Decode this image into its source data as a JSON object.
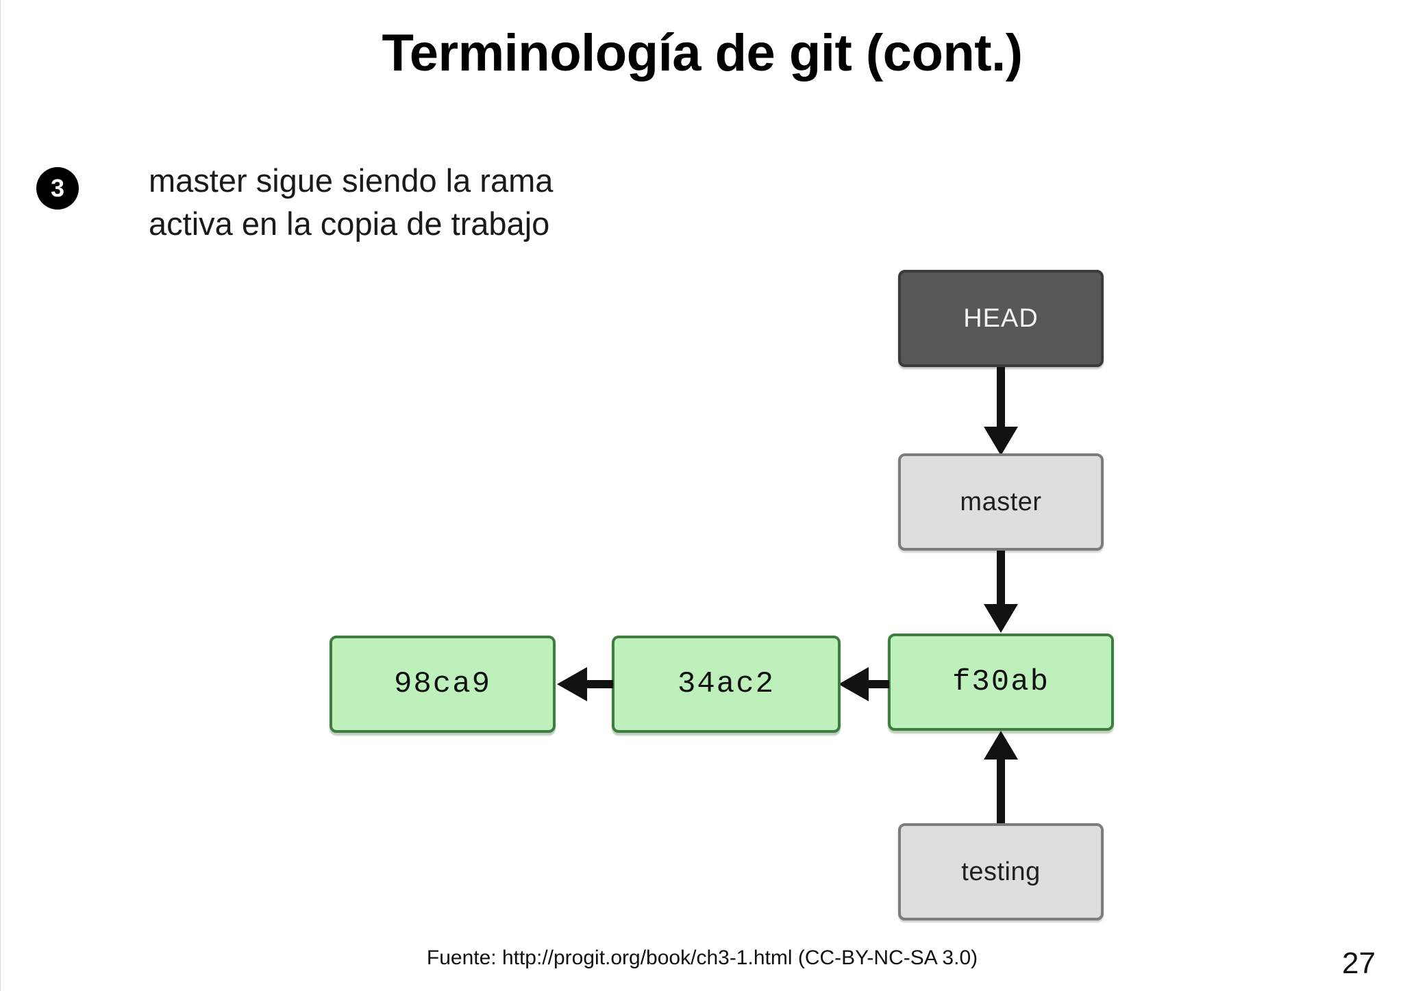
{
  "slide": {
    "title": "Terminología de git (cont.)",
    "page_number": "27",
    "footer_source": "Fuente: http://progit.org/book/ch3-1.html  (CC-BY-NC-SA 3.0)"
  },
  "bullet": {
    "marker": "3",
    "text": "master sigue siendo la rama\nactiva en la copia de trabajo"
  },
  "diagram": {
    "nodes": {
      "head": "HEAD",
      "master": "master",
      "testing": "testing",
      "commit_f30ab": "f30ab",
      "commit_34ac2": "34ac2",
      "commit_98ca9": "98ca9"
    }
  },
  "colors": {
    "head_fill": "#575757",
    "head_border": "#3b3b3b",
    "head_text": "#f4f4f4",
    "branch_fill": "#dedede",
    "branch_border": "#7c7c7c",
    "commit_fill": "#bdf0bb",
    "commit_border": "#3f7c3f",
    "arrow": "#111111",
    "background": "#ffffff"
  }
}
